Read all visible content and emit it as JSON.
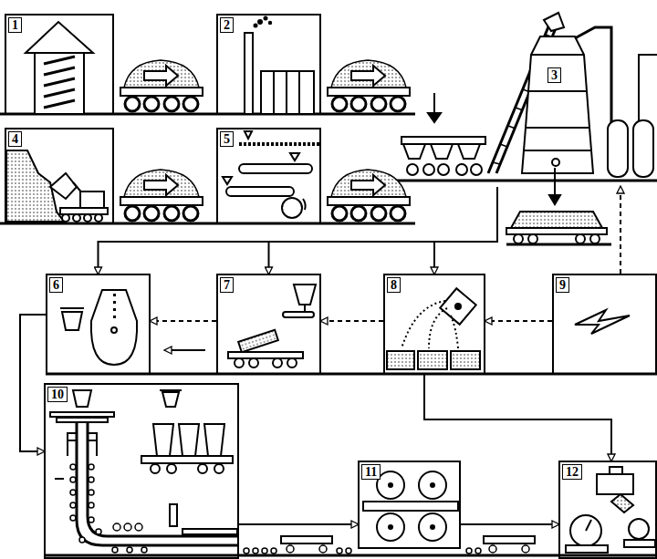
{
  "diagram": {
    "nodes": [
      {
        "text": [
          "1"
        ]
      },
      {
        "text": [
          "2"
        ]
      },
      {
        "text": [
          "3"
        ]
      },
      {
        "text": [
          "4"
        ]
      },
      {
        "text": [
          "5"
        ]
      },
      {
        "text": [
          "6"
        ]
      },
      {
        "text": [
          "7"
        ]
      },
      {
        "text": [
          "8"
        ]
      },
      {
        "text": [
          "9"
        ]
      },
      {
        "text": [
          "10"
        ]
      },
      {
        "text": [
          "11"
        ]
      },
      {
        "text": [
          "12"
        ]
      }
    ],
    "edges": [
      {
        "from": 2,
        "to": 5,
        "arrow": "to"
      },
      {
        "from": 2,
        "to": 6,
        "arrow": "to"
      },
      {
        "from": 2,
        "to": 7,
        "arrow": "to"
      },
      {
        "from": 8,
        "to": 7,
        "arrow": "to"
      },
      {
        "from": 7,
        "to": 6,
        "arrow": "to"
      },
      {
        "from": 6,
        "to": 5,
        "arrow": "to"
      },
      {
        "from": 6,
        "to": 5,
        "arrow": "to"
      },
      {
        "from": 8,
        "to": 2,
        "arrow": "to"
      },
      {
        "from": 5,
        "to": 9,
        "arrow": "to"
      },
      {
        "from": 9,
        "to": 10,
        "arrow": "to"
      },
      {
        "from": 10,
        "to": 11,
        "arrow": "to"
      },
      {
        "from": 7,
        "to": 11,
        "arrow": "to"
      }
    ]
  }
}
